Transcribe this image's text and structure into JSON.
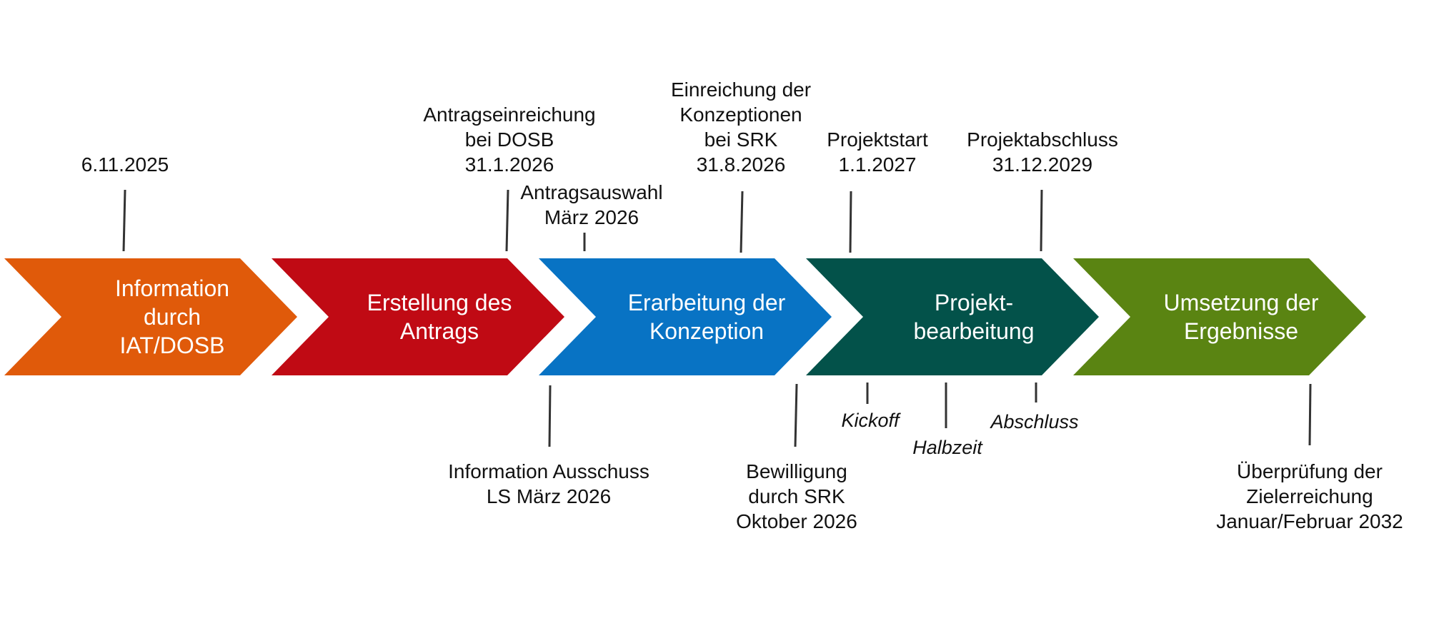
{
  "phases": [
    {
      "lines": [
        "Information",
        "durch",
        "IAT/DOSB"
      ],
      "color": "#E05A0A"
    },
    {
      "lines": [
        "Erstellung des",
        "Antrags"
      ],
      "color": "#C00A14"
    },
    {
      "lines": [
        "Erarbeitung der",
        "Konzeption"
      ],
      "color": "#0873C4"
    },
    {
      "lines": [
        "Projekt-",
        "bearbeitung"
      ],
      "color": "#03524A"
    },
    {
      "lines": [
        "Umsetzung der",
        "Ergebnisse"
      ],
      "color": "#5A8412"
    }
  ],
  "milestones_above": [
    {
      "lines": [
        "6.11.2025"
      ]
    },
    {
      "lines": [
        "Antragseinreichung",
        "bei DOSB",
        "31.1.2026"
      ]
    },
    {
      "lines": [
        "Antragsauswahl",
        "März 2026"
      ]
    },
    {
      "lines": [
        "Einreichung der",
        "Konzeptionen",
        "bei SRK",
        "31.8.2026"
      ]
    },
    {
      "lines": [
        "Projektstart",
        "1.1.2027"
      ]
    },
    {
      "lines": [
        "Projektabschluss",
        "31.12.2029"
      ]
    }
  ],
  "milestones_below": [
    {
      "lines": [
        "Information Ausschuss",
        "LS März 2026"
      ]
    },
    {
      "lines": [
        "Bewilligung",
        "durch SRK",
        "Oktober 2026"
      ]
    },
    {
      "lines": [
        "Kickoff"
      ],
      "italic": true
    },
    {
      "lines": [
        "Halbzeit"
      ],
      "italic": true
    },
    {
      "lines": [
        "Abschluss"
      ],
      "italic": true
    },
    {
      "lines": [
        "Überprüfung der",
        "Zielerreichung",
        "Januar/Februar 2032"
      ]
    }
  ]
}
